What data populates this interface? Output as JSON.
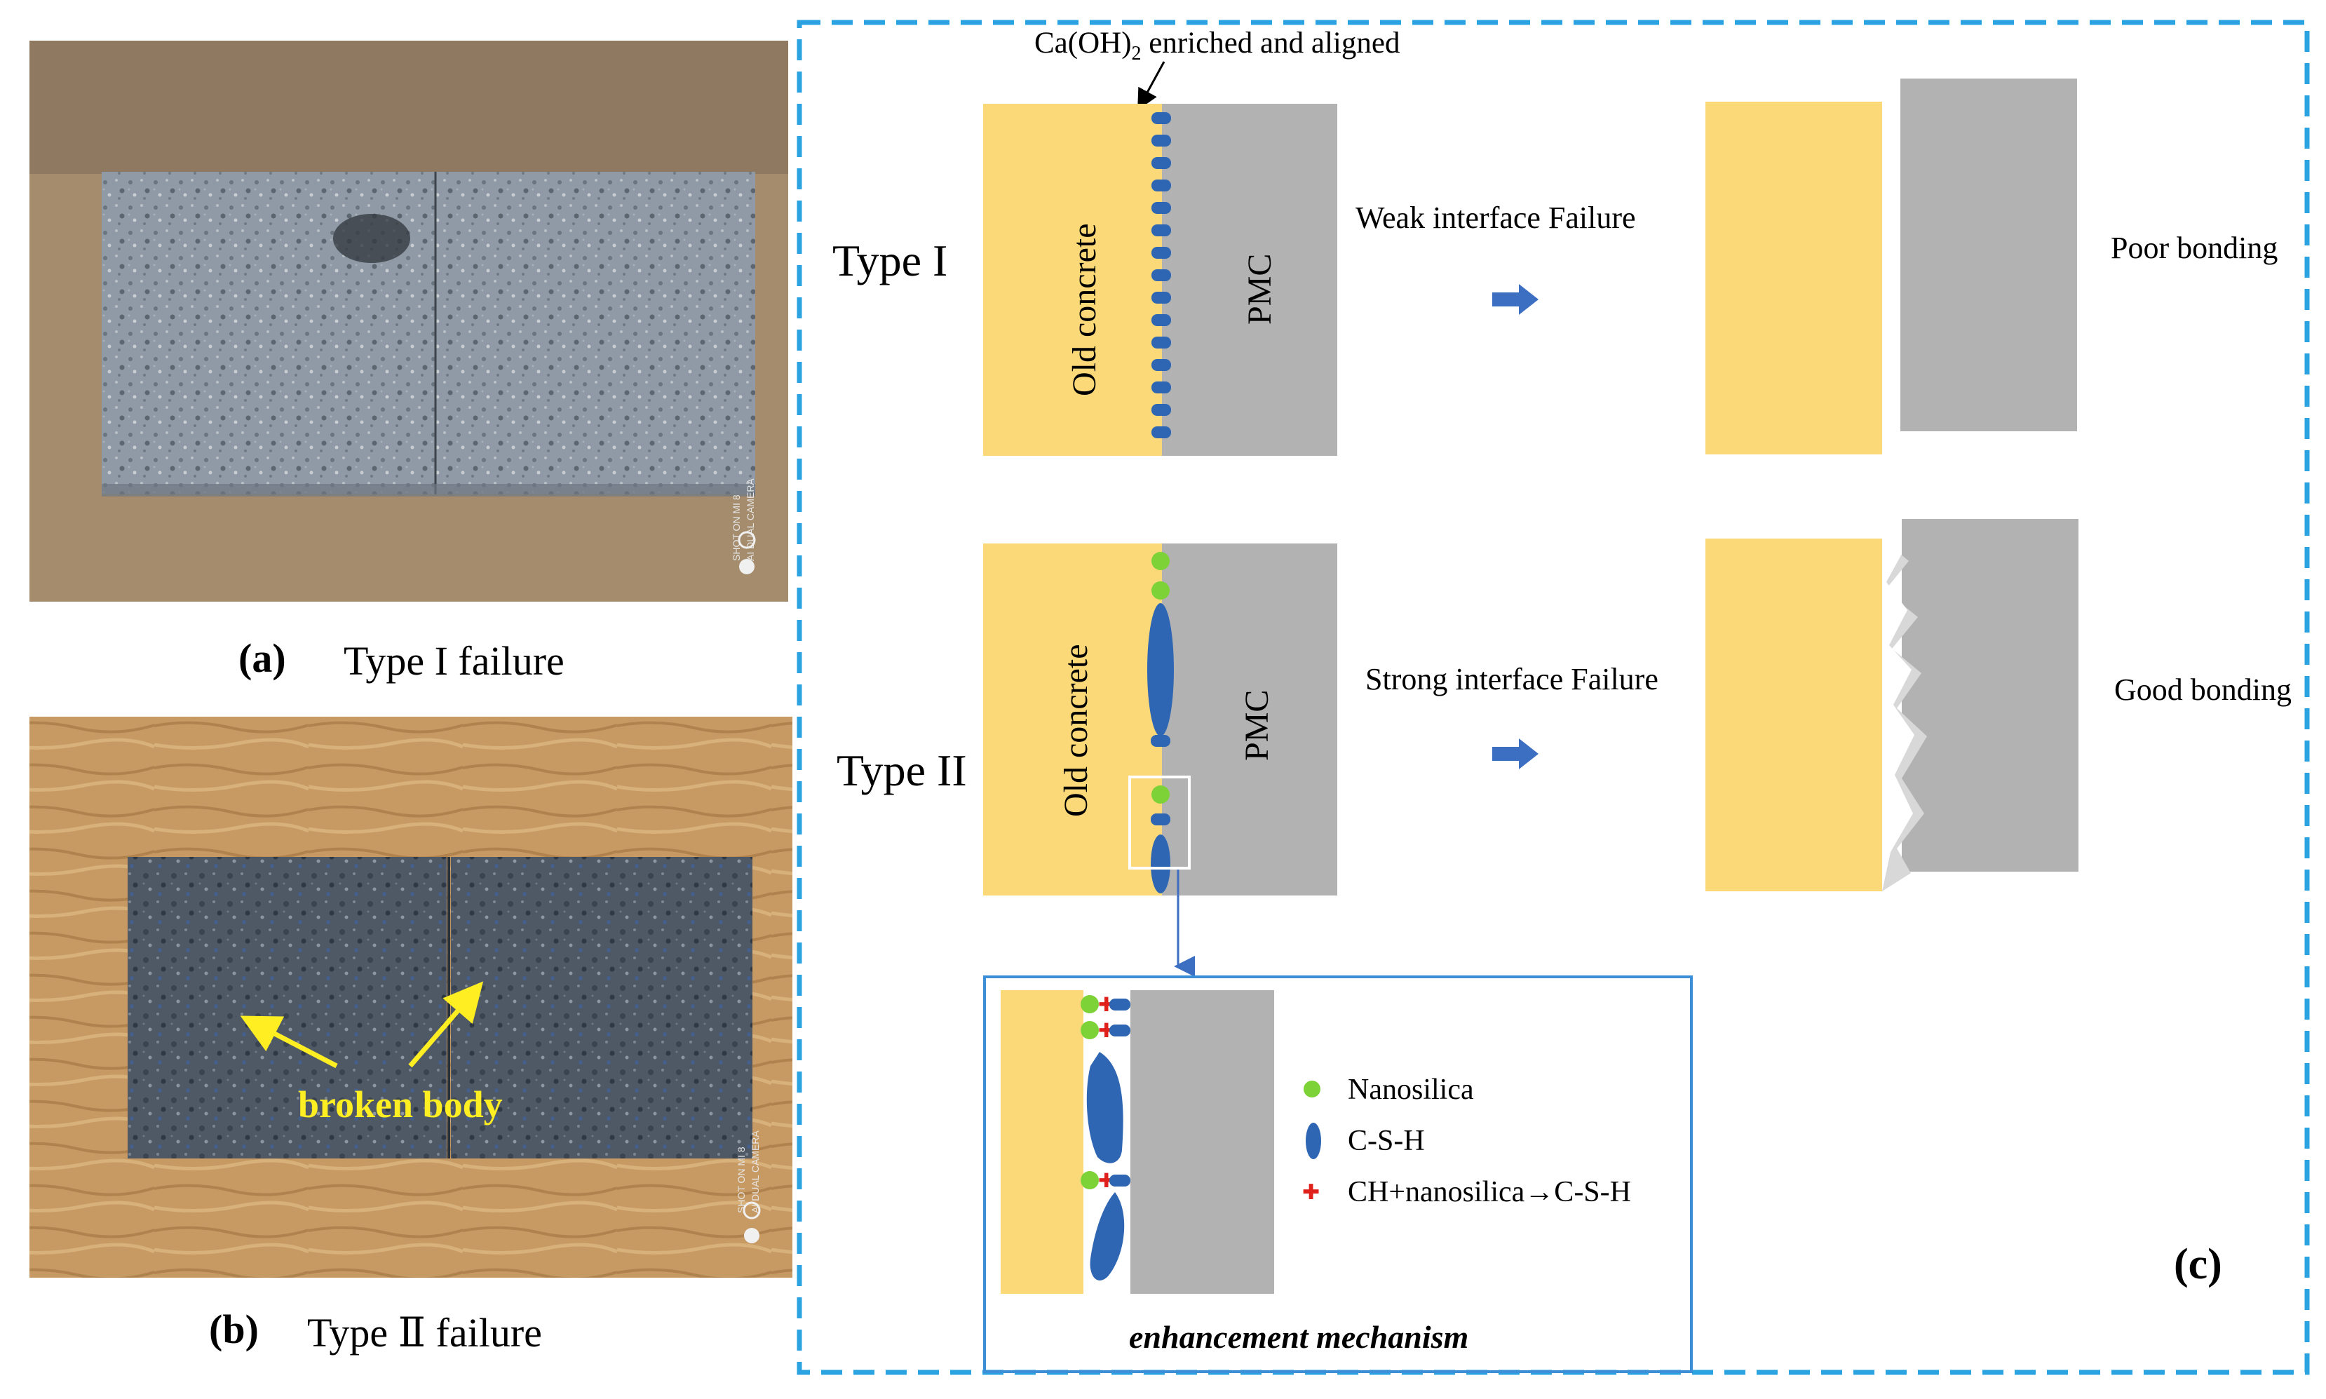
{
  "panel_a": {
    "label": "(a)",
    "caption": "Type I failure",
    "camera_watermark": [
      "SHOT ON MI 8",
      "AI DUAL CAMERA"
    ]
  },
  "panel_b": {
    "label": "(b)",
    "caption": "Type Ⅱ failure",
    "annotation": "broken body",
    "camera_watermark": [
      "SHOT ON MI 8",
      "AI DUAL CAMERA"
    ]
  },
  "panel_c": {
    "label": "(c)",
    "callout": "Ca(OH)",
    "callout_sub": "2",
    "callout_rest": " enriched and aligned",
    "type1": {
      "label": "Type I",
      "old_concrete": "Old concrete",
      "pmc": "PMC",
      "failure": "Weak interface Failure",
      "result": "Poor bonding"
    },
    "type2": {
      "label": "Type II",
      "old_concrete": "Old concrete",
      "pmc": "PMC",
      "failure": "Strong interface Failure",
      "result": "Good bonding"
    },
    "legend": {
      "nanosilica": "Nanosilica",
      "csh": "C-S-H",
      "reaction": "CH+nanosilica→C-S-H"
    },
    "inset_title": "enhancement mechanism"
  },
  "colors": {
    "old_concrete": "#fbd978",
    "pmc": "#b3b2b2",
    "ch_blue": "#2f66b3",
    "nanosilica": "#7cd236",
    "arrow_blue": "#3c6fc2",
    "frame_blue": "#2aa3e0",
    "reaction_red": "#e0201a"
  }
}
